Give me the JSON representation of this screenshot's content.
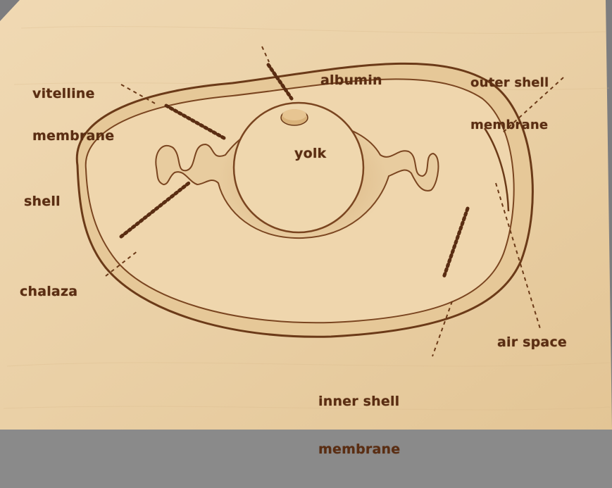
{
  "diagram": {
    "labels": {
      "vitelline_line1": "vitelline",
      "vitelline_line2": "membrane",
      "albumin": "albumin",
      "outer_line1": "outer shell",
      "outer_line2": "membrane",
      "yolk": "yolk",
      "shell": "shell",
      "chalaza": "chalaza",
      "air_space": "air space",
      "inner_line1": "inner shell",
      "inner_line2": "membrane"
    },
    "colors": {
      "wood": "#e9cfa6",
      "wood_light": "#f1dcb8",
      "burn": "#5a2d12",
      "background": "#8a8a8a"
    }
  }
}
